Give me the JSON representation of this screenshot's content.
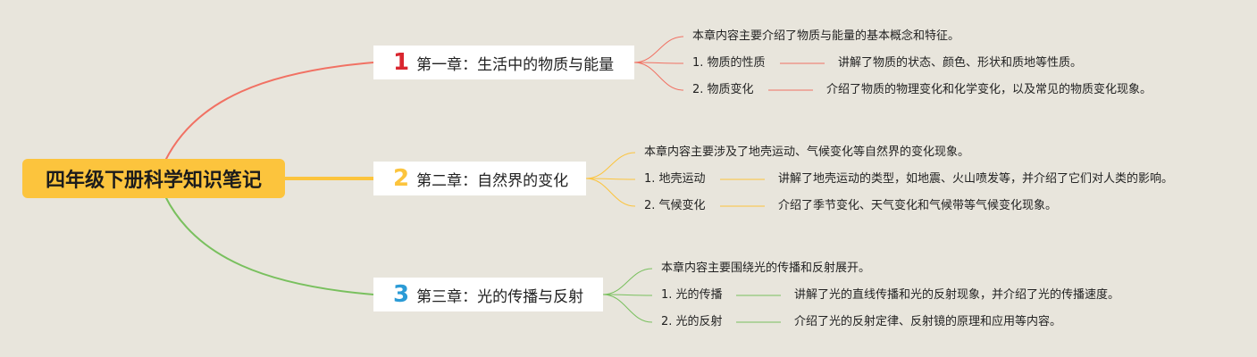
{
  "root": {
    "title": "四年级下册科学知识笔记"
  },
  "chapters": [
    {
      "number": "1",
      "color": "#f17163",
      "num_color": "#d9262f",
      "title": "第一章：生活中的物质与能量",
      "summary": "本章内容主要介绍了物质与能量的基本概念和特征。",
      "items": [
        {
          "label": "1. 物质的性质",
          "desc": "讲解了物质的状态、颜色、形状和质地等性质。"
        },
        {
          "label": "2. 物质变化",
          "desc": "介绍了物质的物理变化和化学变化，以及常见的物质变化现象。"
        }
      ]
    },
    {
      "number": "2",
      "color": "#fcc43d",
      "num_color": "#fcc43d",
      "title": "第二章：自然界的变化",
      "summary": "本章内容主要涉及了地壳运动、气候变化等自然界的变化现象。",
      "items": [
        {
          "label": "1. 地壳运动",
          "desc": "讲解了地壳运动的类型，如地震、火山喷发等，并介绍了它们对人类的影响。"
        },
        {
          "label": "2. 气候变化",
          "desc": "介绍了季节变化、天气变化和气候带等气候变化现象。"
        }
      ]
    },
    {
      "number": "3",
      "color": "#79c05e",
      "num_color": "#2b9bd6",
      "title": "第三章：光的传播与反射",
      "summary": "本章内容主要围绕光的传播和反射展开。",
      "items": [
        {
          "label": "1. 光的传播",
          "desc": "讲解了光的直线传播和光的反射现象，并介绍了光的传播速度。"
        },
        {
          "label": "2. 光的反射",
          "desc": "介绍了光的反射定律、反射镜的原理和应用等内容。"
        }
      ]
    }
  ]
}
